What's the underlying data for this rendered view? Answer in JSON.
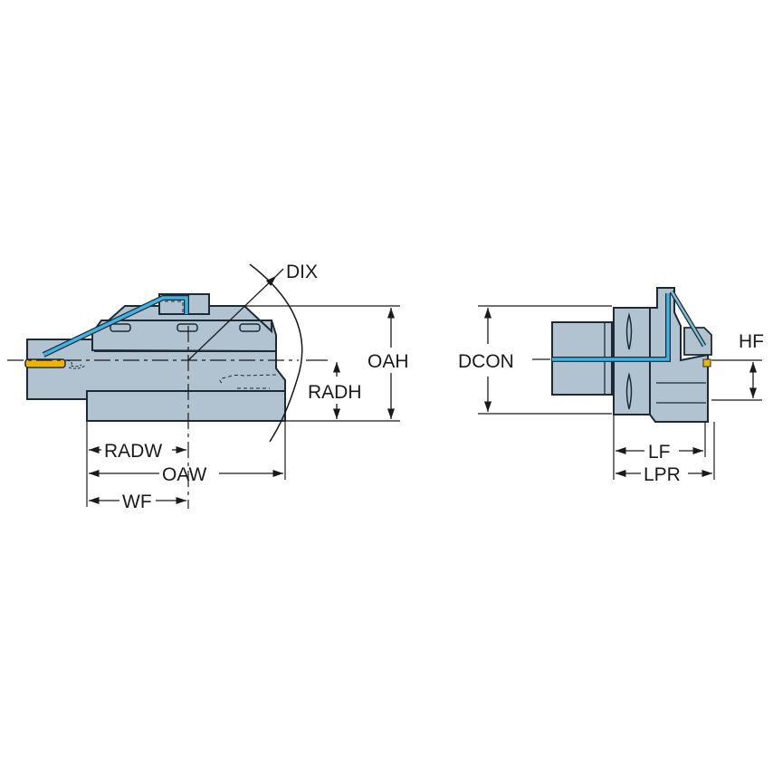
{
  "diagram": {
    "type": "technical-drawing",
    "subject": "cutting tool holder with insert",
    "colors": {
      "body": "#b1c3d0",
      "outline": "#1e2a33",
      "coolant": "#3cb4e6",
      "insert": "#f0b400",
      "dimension": "#1a1a1a"
    },
    "side_view": {
      "labels": {
        "dix": "DIX",
        "oah": "OAH",
        "radh": "RADH",
        "radw": "RADW",
        "oaw": "OAW",
        "wf": "WF"
      }
    },
    "end_view": {
      "labels": {
        "dcon": "DCON",
        "hf": "HF",
        "lf": "LF",
        "lpr": "LPR"
      }
    }
  }
}
